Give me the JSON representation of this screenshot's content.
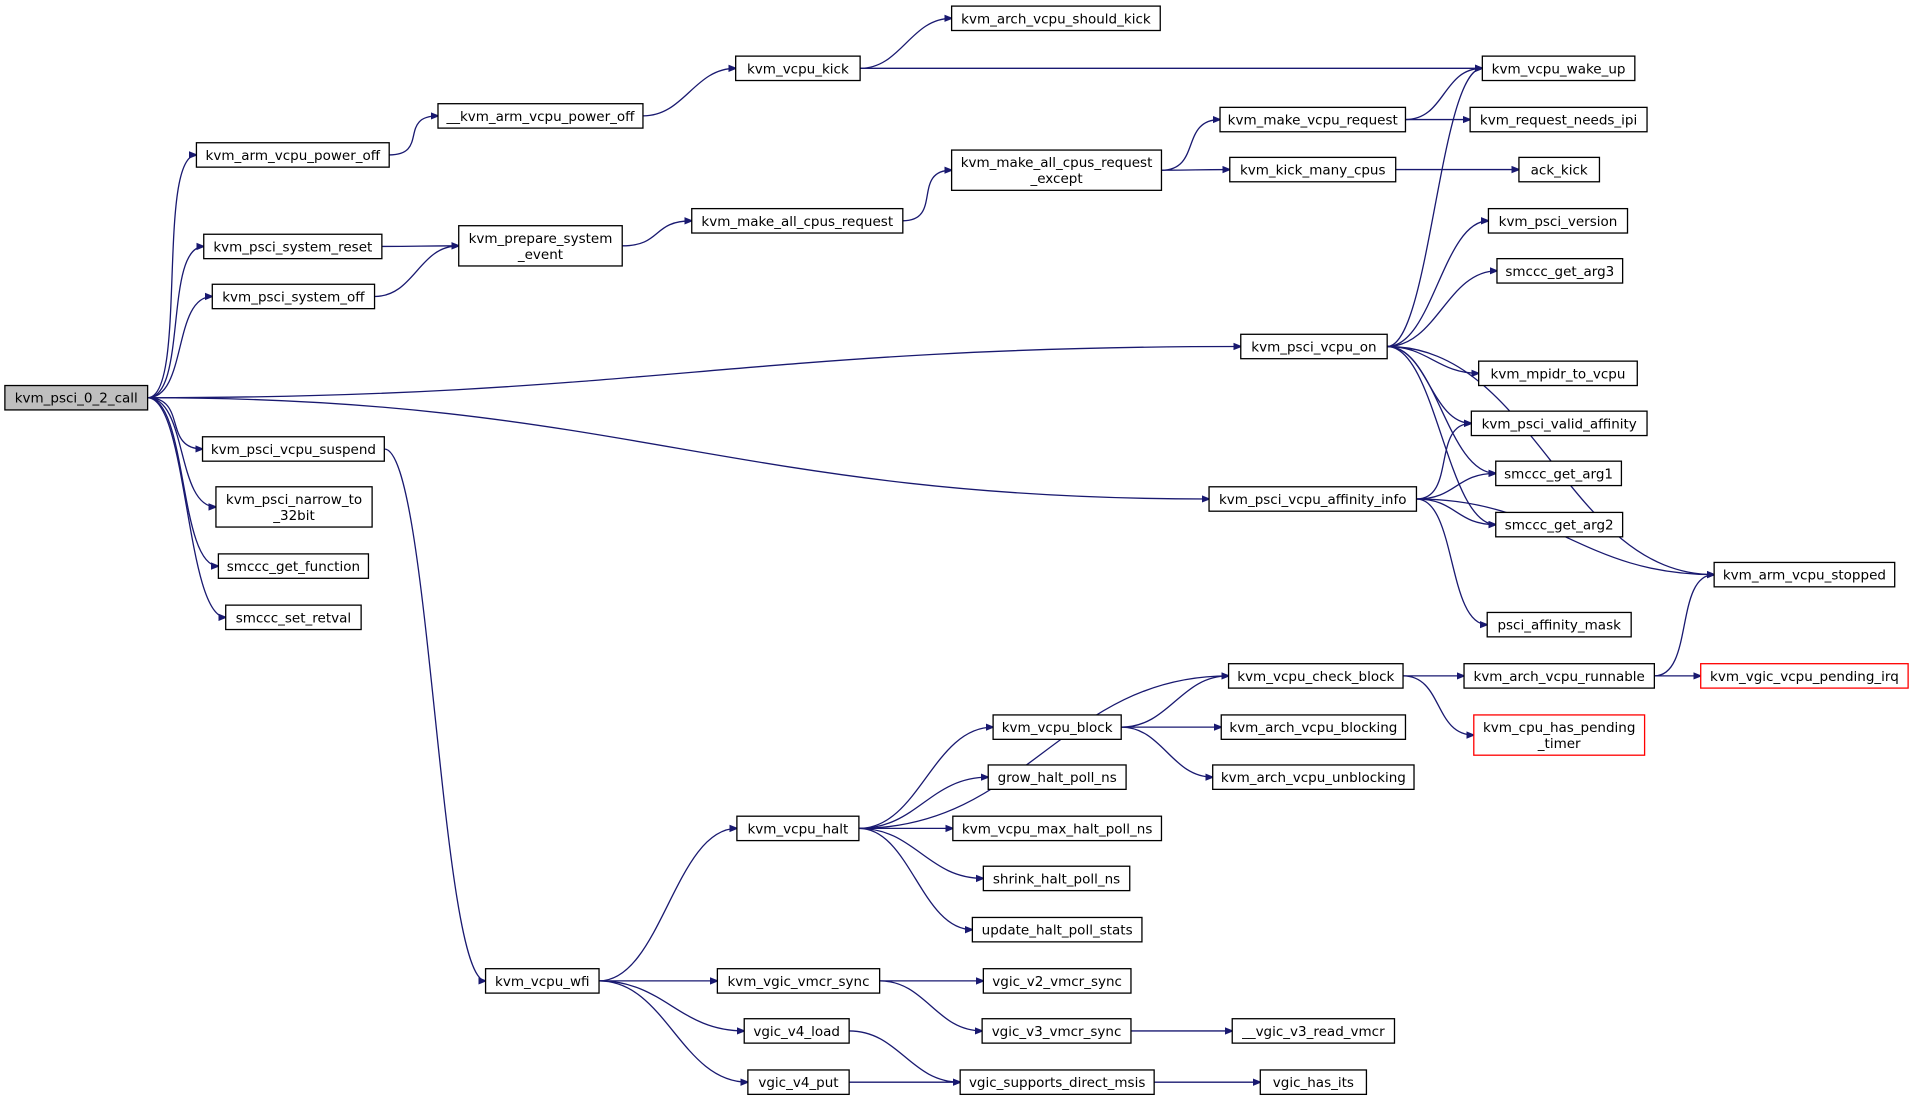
{
  "colors": {
    "edge": "#191970",
    "root_fill": "#bfbfbf",
    "incomplete_border": "#ff0000",
    "node_border": "#000000"
  },
  "nodes": {
    "n0": {
      "lines": [
        "kvm_psci_0_2_call"
      ],
      "style": "root"
    },
    "n1": {
      "lines": [
        "kvm_arm_vcpu_power_off"
      ]
    },
    "n2": {
      "lines": [
        "__kvm_arm_vcpu_power_off"
      ]
    },
    "n3": {
      "lines": [
        "kvm_vcpu_kick"
      ]
    },
    "n4": {
      "lines": [
        "kvm_arch_vcpu_should_kick"
      ]
    },
    "n5": {
      "lines": [
        "kvm_vcpu_wake_up"
      ]
    },
    "n6": {
      "lines": [
        "kvm_psci_system_reset"
      ]
    },
    "n7": {
      "lines": [
        "kvm_prepare_system",
        "_event"
      ]
    },
    "n8": {
      "lines": [
        "kvm_make_all_cpus_request"
      ]
    },
    "n9": {
      "lines": [
        "kvm_make_all_cpus_request",
        "_except"
      ]
    },
    "n10": {
      "lines": [
        "kvm_make_vcpu_request"
      ]
    },
    "n11": {
      "lines": [
        "kvm_request_needs_ipi"
      ]
    },
    "n12": {
      "lines": [
        "kvm_kick_many_cpus"
      ]
    },
    "n13": {
      "lines": [
        "ack_kick"
      ]
    },
    "n14": {
      "lines": [
        "kvm_psci_system_off"
      ]
    },
    "n15": {
      "lines": [
        "kvm_psci_vcpu_on"
      ]
    },
    "n16": {
      "lines": [
        "kvm_psci_version"
      ]
    },
    "n17": {
      "lines": [
        "smccc_get_arg3"
      ]
    },
    "n18": {
      "lines": [
        "kvm_mpidr_to_vcpu"
      ]
    },
    "n19": {
      "lines": [
        "kvm_psci_valid_affinity"
      ]
    },
    "n20": {
      "lines": [
        "smccc_get_arg1"
      ]
    },
    "n21": {
      "lines": [
        "smccc_get_arg2"
      ]
    },
    "n22": {
      "lines": [
        "kvm_arm_vcpu_stopped"
      ]
    },
    "n23": {
      "lines": [
        "kvm_psci_vcpu_affinity_info"
      ]
    },
    "n24": {
      "lines": [
        "psci_affinity_mask"
      ]
    },
    "n25": {
      "lines": [
        "kvm_psci_vcpu_suspend"
      ]
    },
    "n26": {
      "lines": [
        "kvm_psci_narrow_to",
        "_32bit"
      ]
    },
    "n27": {
      "lines": [
        "smccc_get_function"
      ]
    },
    "n28": {
      "lines": [
        "smccc_set_retval"
      ]
    },
    "n29": {
      "lines": [
        "kvm_vcpu_wfi"
      ]
    },
    "n30": {
      "lines": [
        "kvm_vcpu_halt"
      ]
    },
    "n31": {
      "lines": [
        "kvm_vcpu_check_block"
      ]
    },
    "n32": {
      "lines": [
        "kvm_arch_vcpu_runnable"
      ]
    },
    "n33": {
      "lines": [
        "kvm_vgic_vcpu_pending_irq"
      ],
      "style": "red"
    },
    "n34": {
      "lines": [
        "kvm_cpu_has_pending",
        "_timer"
      ],
      "style": "red"
    },
    "n35": {
      "lines": [
        "kvm_vcpu_block"
      ]
    },
    "n36": {
      "lines": [
        "kvm_arch_vcpu_blocking"
      ]
    },
    "n37": {
      "lines": [
        "kvm_arch_vcpu_unblocking"
      ]
    },
    "n38": {
      "lines": [
        "grow_halt_poll_ns"
      ]
    },
    "n39": {
      "lines": [
        "kvm_vcpu_max_halt_poll_ns"
      ]
    },
    "n40": {
      "lines": [
        "shrink_halt_poll_ns"
      ]
    },
    "n41": {
      "lines": [
        "update_halt_poll_stats"
      ]
    },
    "n42": {
      "lines": [
        "kvm_vgic_vmcr_sync"
      ]
    },
    "n43": {
      "lines": [
        "vgic_v2_vmcr_sync"
      ]
    },
    "n44": {
      "lines": [
        "vgic_v3_vmcr_sync"
      ]
    },
    "n45": {
      "lines": [
        "__vgic_v3_read_vmcr"
      ]
    },
    "n46": {
      "lines": [
        "vgic_v4_load"
      ]
    },
    "n47": {
      "lines": [
        "vgic_supports_direct_msis"
      ]
    },
    "n48": {
      "lines": [
        "vgic_v4_put"
      ]
    },
    "n49": {
      "lines": [
        "vgic_has_its"
      ]
    }
  },
  "edges": [
    [
      "n0",
      "n1"
    ],
    [
      "n0",
      "n6"
    ],
    [
      "n0",
      "n14"
    ],
    [
      "n0",
      "n15"
    ],
    [
      "n0",
      "n23"
    ],
    [
      "n0",
      "n25"
    ],
    [
      "n0",
      "n26"
    ],
    [
      "n0",
      "n27"
    ],
    [
      "n0",
      "n28"
    ],
    [
      "n1",
      "n2"
    ],
    [
      "n2",
      "n3"
    ],
    [
      "n3",
      "n4"
    ],
    [
      "n3",
      "n5"
    ],
    [
      "n6",
      "n7"
    ],
    [
      "n14",
      "n7"
    ],
    [
      "n7",
      "n8"
    ],
    [
      "n8",
      "n9"
    ],
    [
      "n9",
      "n10"
    ],
    [
      "n9",
      "n12"
    ],
    [
      "n10",
      "n5"
    ],
    [
      "n10",
      "n11"
    ],
    [
      "n12",
      "n13"
    ],
    [
      "n15",
      "n5"
    ],
    [
      "n15",
      "n16"
    ],
    [
      "n15",
      "n17"
    ],
    [
      "n15",
      "n22"
    ],
    [
      "n15",
      "n18"
    ],
    [
      "n15",
      "n19"
    ],
    [
      "n15",
      "n20"
    ],
    [
      "n15",
      "n21"
    ],
    [
      "n23",
      "n19"
    ],
    [
      "n23",
      "n20"
    ],
    [
      "n23",
      "n21"
    ],
    [
      "n23",
      "n22"
    ],
    [
      "n23",
      "n24"
    ],
    [
      "n25",
      "n29"
    ],
    [
      "n29",
      "n30"
    ],
    [
      "n29",
      "n42"
    ],
    [
      "n29",
      "n46"
    ],
    [
      "n29",
      "n48"
    ],
    [
      "n30",
      "n31"
    ],
    [
      "n30",
      "n35"
    ],
    [
      "n30",
      "n38"
    ],
    [
      "n30",
      "n39"
    ],
    [
      "n30",
      "n40"
    ],
    [
      "n30",
      "n41"
    ],
    [
      "n31",
      "n32"
    ],
    [
      "n31",
      "n34"
    ],
    [
      "n32",
      "n22"
    ],
    [
      "n32",
      "n33"
    ],
    [
      "n35",
      "n31"
    ],
    [
      "n35",
      "n36"
    ],
    [
      "n35",
      "n37"
    ],
    [
      "n42",
      "n43"
    ],
    [
      "n42",
      "n44"
    ],
    [
      "n44",
      "n45"
    ],
    [
      "n46",
      "n47"
    ],
    [
      "n48",
      "n47"
    ],
    [
      "n47",
      "n49"
    ]
  ]
}
